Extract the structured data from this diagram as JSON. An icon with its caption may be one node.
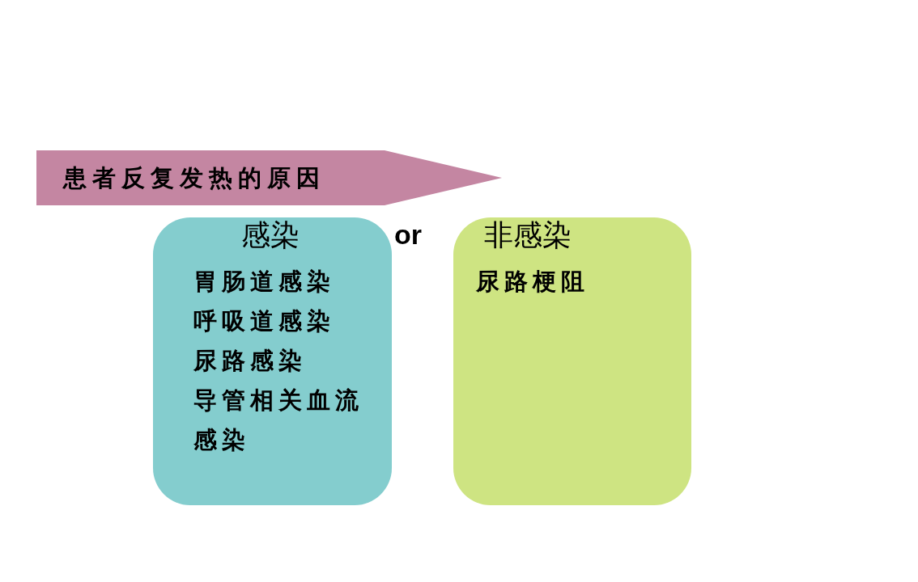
{
  "diagram": {
    "nodes": [
      {
        "text": [
          "患者反复发热的原因"
        ]
      },
      {
        "text": [
          "感染",
          "胃肠道感染",
          "呼吸道感染",
          "尿路感染",
          "导管相关血流感染"
        ]
      },
      {
        "text": [
          "非感染",
          "尿路梗阻"
        ]
      }
    ],
    "labels": [
      "or"
    ]
  }
}
